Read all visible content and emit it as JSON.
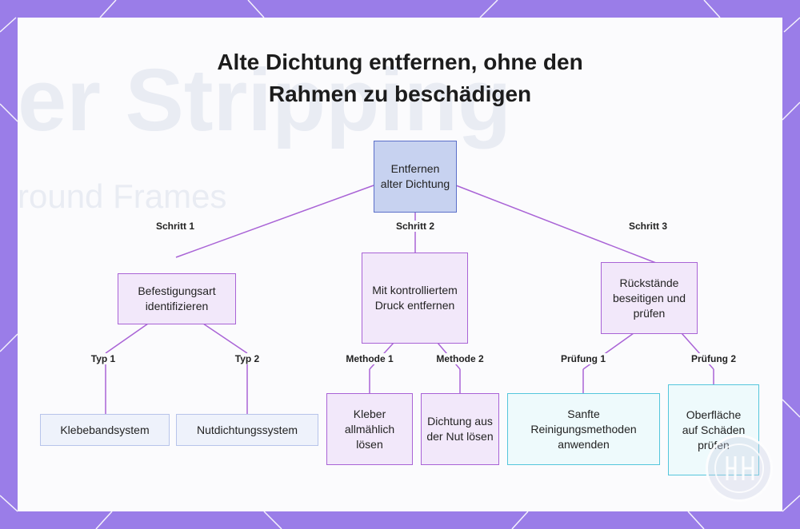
{
  "colors": {
    "outer_frame": "#9a7de8",
    "root_fill": "#c7d2f0",
    "root_border": "#5b6fc9",
    "purple_fill": "#f2e8fa",
    "purple_border": "#a963d6",
    "blue_leaf_fill": "#eef2fb",
    "blue_leaf_border": "#b7c4ea",
    "cyan_leaf_fill": "#eefafc",
    "cyan_leaf_border": "#55c6dc"
  },
  "background_text": {
    "line1": "er Stripping",
    "line2": "round Frames"
  },
  "diagram": {
    "title_line1": "Alte Dichtung entfernen, ohne den",
    "title_line2": "Rahmen zu beschädigen",
    "root": "Entfernen alter Dichtung",
    "steps": [
      {
        "edge_label": "Schritt 1",
        "label": "Befestigungsart identifizieren",
        "children": [
          {
            "edge_label": "Typ 1",
            "label": "Klebebandsystem"
          },
          {
            "edge_label": "Typ 2",
            "label": "Nutdichtungssystem"
          }
        ]
      },
      {
        "edge_label": "Schritt 2",
        "label": "Mit kontrolliertem Druck entfernen",
        "children": [
          {
            "edge_label": "Methode 1",
            "label": "Kleber allmählich lösen"
          },
          {
            "edge_label": "Methode 2",
            "label": "Dichtung aus der Nut lösen"
          }
        ]
      },
      {
        "edge_label": "Schritt 3",
        "label": "Rückstände beseitigen und prüfen",
        "children": [
          {
            "edge_label": "Prüfung 1",
            "label": "Sanfte Reinigungsmethoden anwenden"
          },
          {
            "edge_label": "Prüfung 2",
            "label": "Oberfläche auf Schäden prüfen"
          }
        ]
      }
    ]
  },
  "logo_icon": "watermark-logo-icon"
}
